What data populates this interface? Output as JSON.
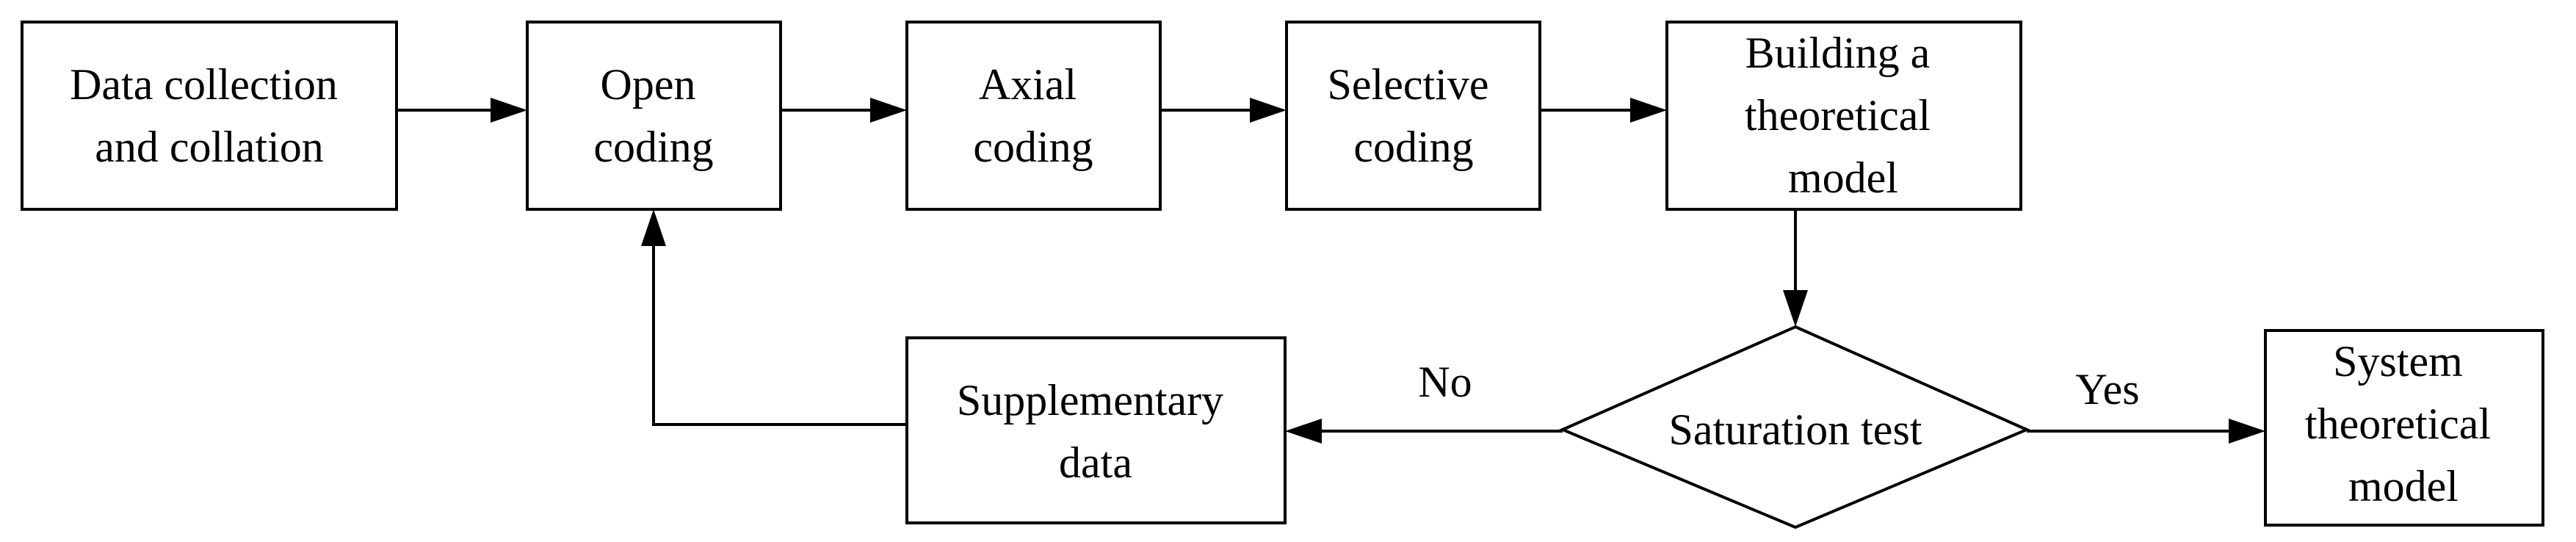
{
  "diagram": {
    "nodes": {
      "data_collection": {
        "lines": [
          "Data collection",
          "and collation"
        ]
      },
      "open_coding": {
        "lines": [
          "Open",
          "coding"
        ]
      },
      "axial_coding": {
        "lines": [
          "Axial",
          "coding"
        ]
      },
      "selective_coding": {
        "lines": [
          "Selective",
          "coding"
        ]
      },
      "building_model": {
        "lines": [
          "Building a",
          "theoretical",
          "model"
        ]
      },
      "saturation_test": {
        "lines": [
          "Saturation test"
        ]
      },
      "supplementary_data": {
        "lines": [
          "Supplementary",
          "data"
        ]
      },
      "system_model": {
        "lines": [
          "System",
          "theoretical",
          "model"
        ]
      }
    },
    "edges": {
      "no_label": "No",
      "yes_label": "Yes"
    }
  }
}
